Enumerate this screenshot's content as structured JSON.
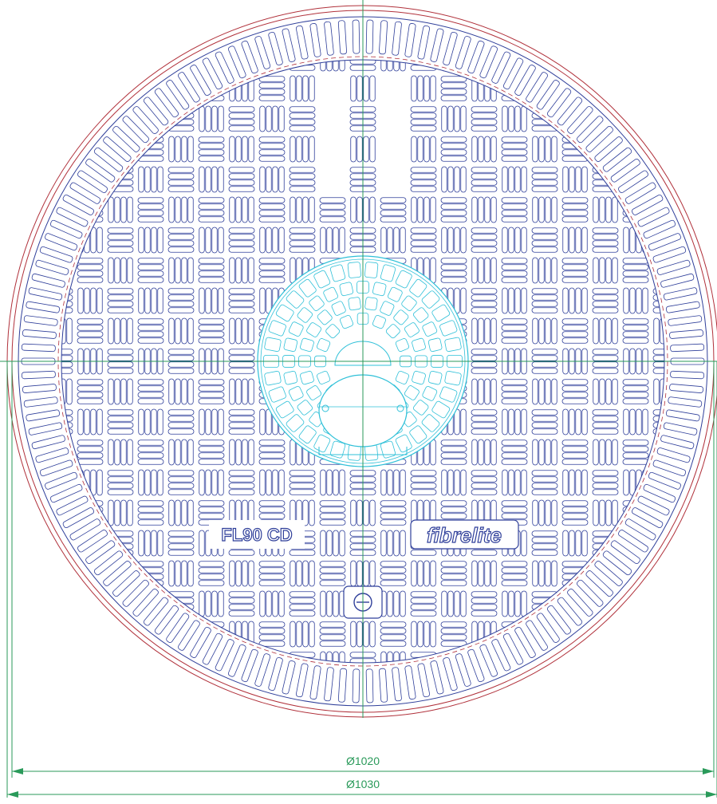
{
  "drawing": {
    "cover_marking": "FL90 CD",
    "brand_logo": "fibrelite",
    "dimensions": [
      {
        "label": "Ø1020"
      },
      {
        "label": "Ø1030"
      }
    ]
  },
  "colors": {
    "outer_rim": "#b0303a",
    "pattern": "#2f3f9a",
    "inner_insert": "#2fc0d8",
    "centerline": "#2a9a5a",
    "dimension": "#2a9a5a",
    "background": "#ffffff"
  }
}
